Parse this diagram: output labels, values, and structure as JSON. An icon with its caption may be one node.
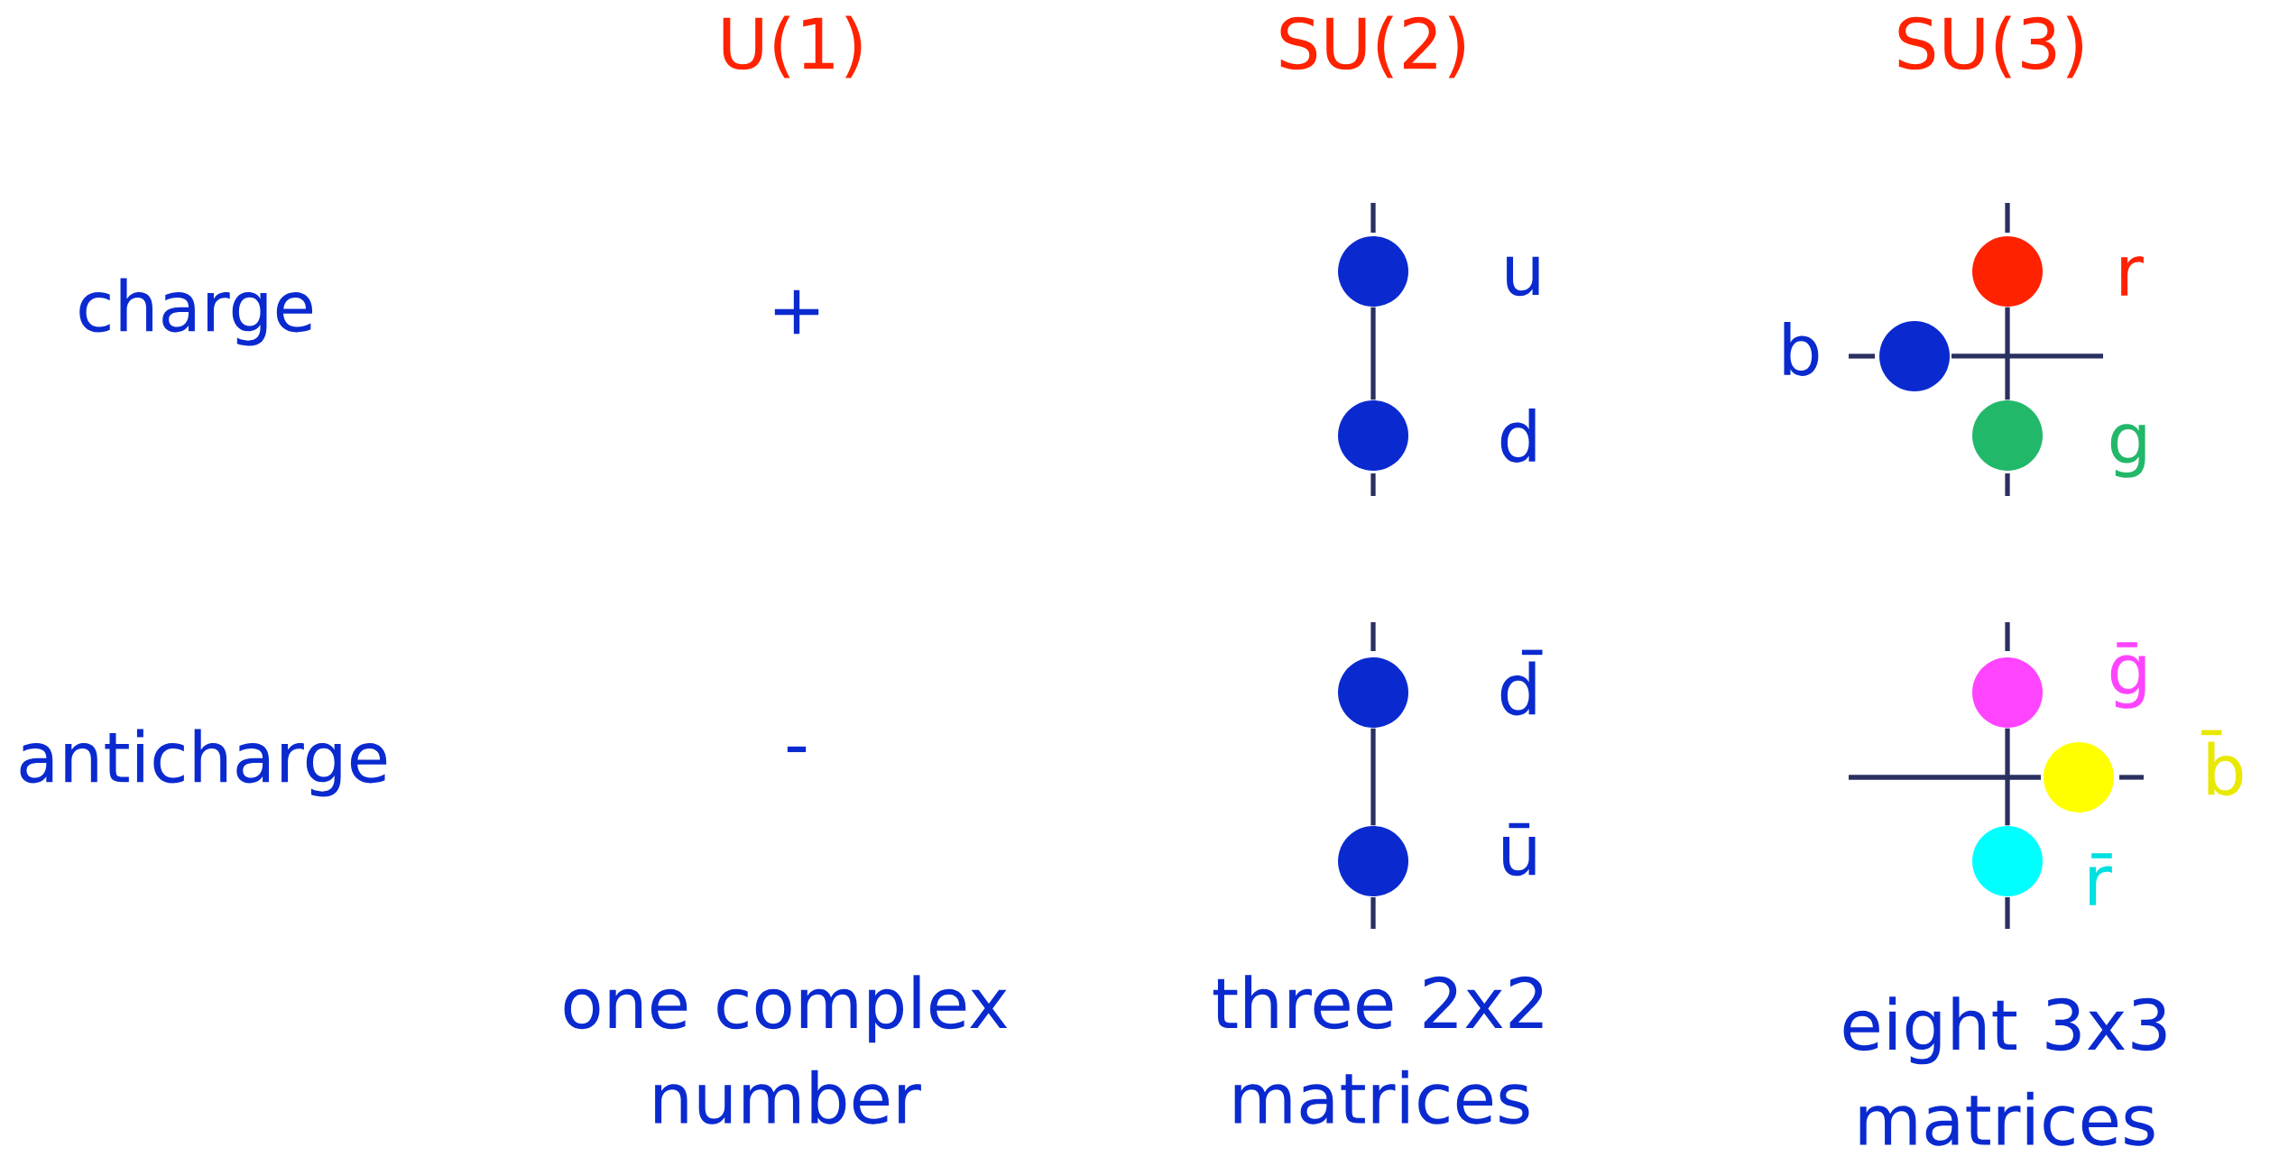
{
  "diagram": {
    "nodes": [
      {
        "text": [],
        "shape": "circle",
        "beside": [
          "u"
        ]
      },
      {
        "text": [],
        "shape": "circle",
        "beside": [
          "d"
        ]
      },
      {
        "text": [],
        "shape": "circle",
        "beside": [
          "r"
        ]
      },
      {
        "text": [],
        "shape": "circle",
        "beside": [
          "b"
        ]
      },
      {
        "text": [],
        "shape": "circle",
        "beside": [
          "g"
        ]
      },
      {
        "text": [],
        "shape": "circle",
        "beside": [
          "d̄"
        ]
      },
      {
        "text": [],
        "shape": "circle",
        "beside": [
          "ū"
        ]
      },
      {
        "text": [],
        "shape": "circle",
        "beside": [
          "ḡ"
        ]
      },
      {
        "text": [],
        "shape": "circle",
        "beside": [
          "b̄"
        ]
      },
      {
        "text": [],
        "shape": "circle",
        "beside": [
          "r̄"
        ]
      }
    ],
    "edges": [
      {
        "from": 0,
        "to": 1,
        "arrow": "none"
      },
      {
        "from": 2,
        "to": 4,
        "arrow": "none"
      },
      {
        "from": 5,
        "to": 6,
        "arrow": "none"
      },
      {
        "from": 7,
        "to": 9,
        "arrow": "none"
      }
    ],
    "labels": [
      "U(1)",
      "SU(2)",
      "SU(3)",
      "charge",
      "+",
      "anticharge",
      "-",
      "one complex number",
      "three 2x2 matrices",
      "eight 3x3 matrices"
    ]
  }
}
